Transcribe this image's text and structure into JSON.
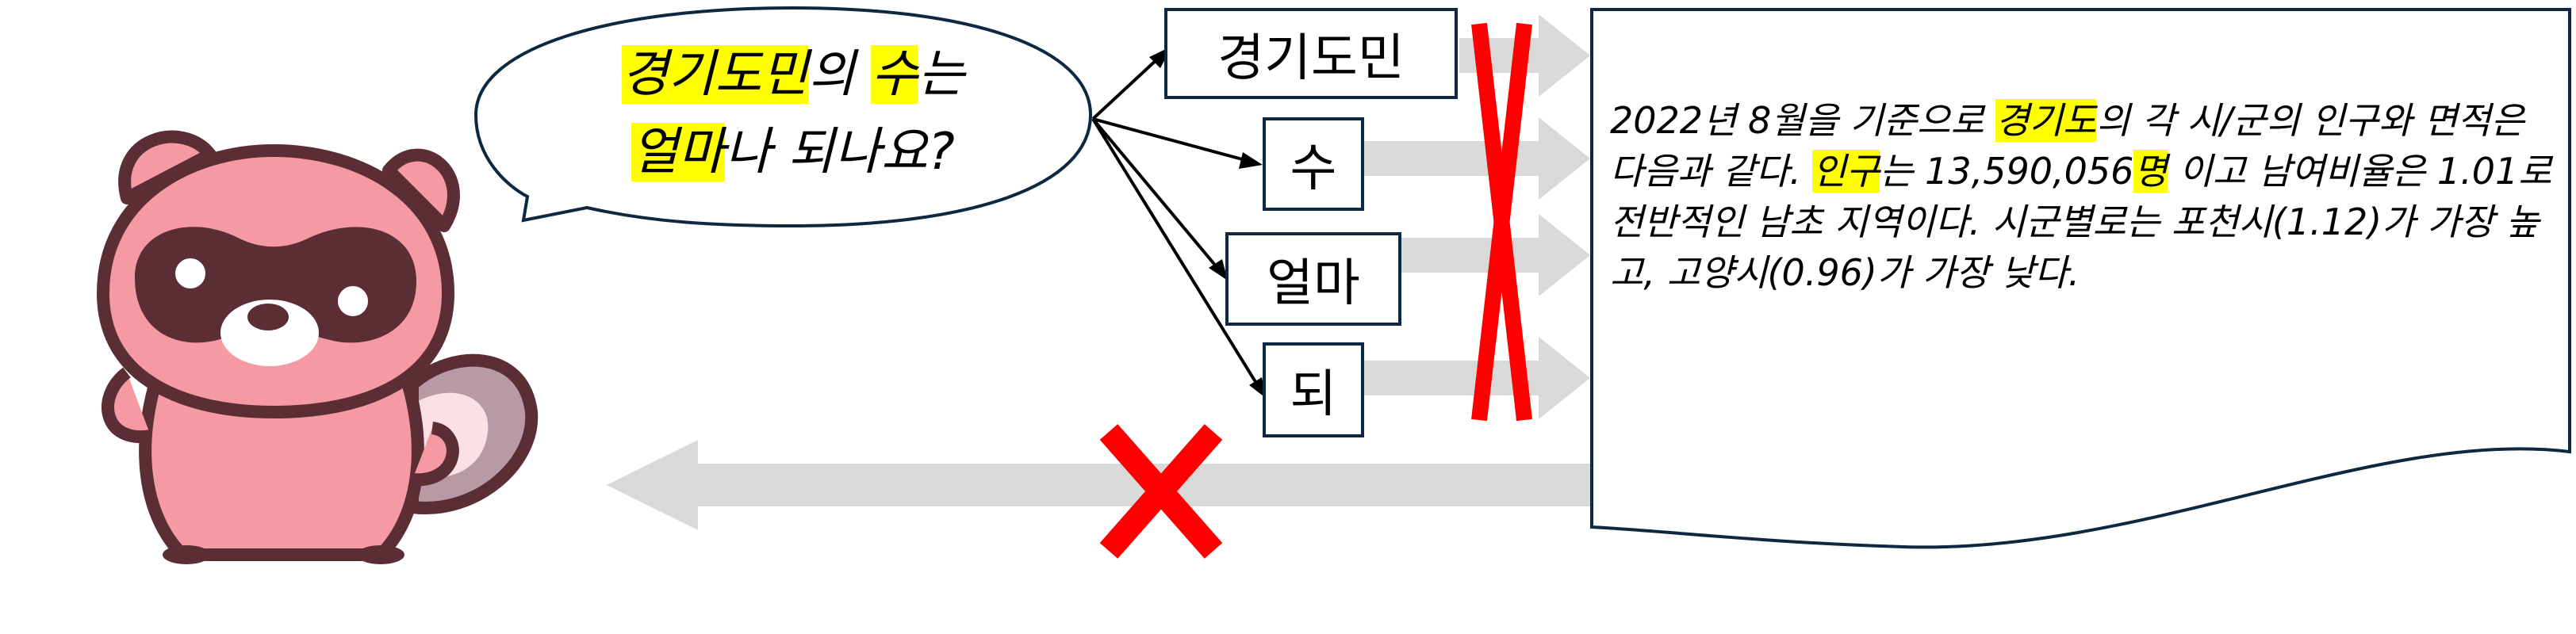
{
  "question": {
    "line1": [
      {
        "text": "경기도민",
        "hl": true
      },
      {
        "text": "의 ",
        "hl": false
      },
      {
        "text": "수",
        "hl": true
      },
      {
        "text": "는",
        "hl": false
      }
    ],
    "line2": [
      {
        "text": "얼마",
        "hl": true
      },
      {
        "text": "나 되나요?",
        "hl": false
      }
    ]
  },
  "tokens": [
    "경기도민",
    "수",
    "얼마",
    "되"
  ],
  "document": {
    "runs": [
      {
        "text": "2022년 8월을 기준으로 ",
        "hl": false
      },
      {
        "text": "경기도",
        "hl": true
      },
      {
        "text": "의 각 시/군의 인구와 면적은 다음과 같다. ",
        "hl": false
      },
      {
        "text": "인구",
        "hl": true
      },
      {
        "text": "는 13,590,056",
        "hl": false
      },
      {
        "text": "명",
        "hl": true
      },
      {
        "text": " 이고 남여비율은 1.01로 전반적인 남초 지역이다. 시군별로는 포천시(1.12)가 가장 높고, 고양시(0.96)가 가장 낮다.",
        "hl": false
      }
    ]
  },
  "colors": {
    "highlight": "#ffff00",
    "cross": "#ff0000",
    "arrow_gray": "#d9d9d9",
    "outline": "#0e2841",
    "raccoon_pink": "#f59aa2",
    "raccoon_brown": "#5b2e35"
  }
}
